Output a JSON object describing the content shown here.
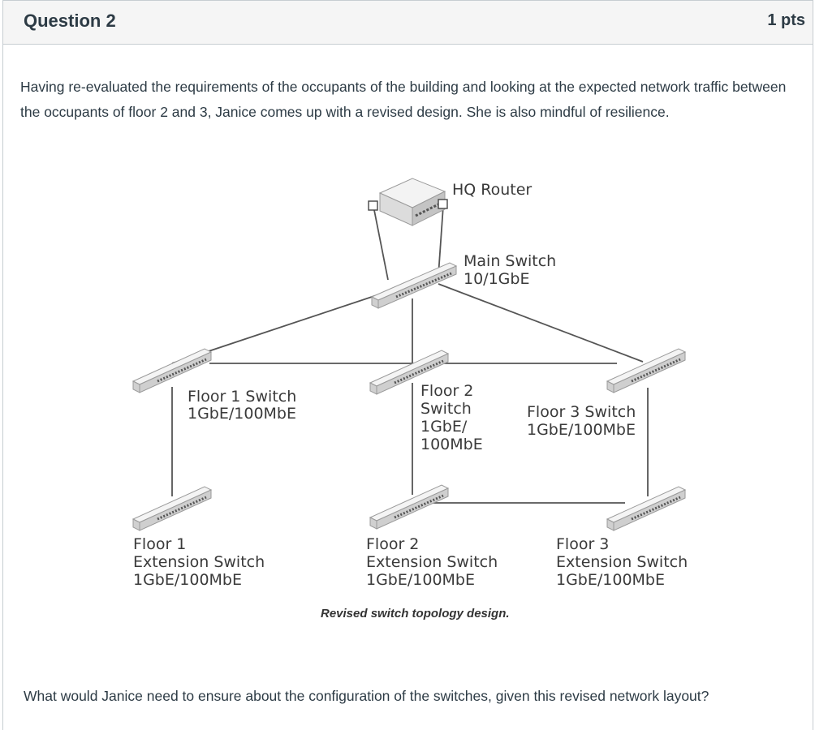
{
  "question": {
    "title": "Question 2",
    "points": "1 pts",
    "intro": "Having re-evaluated the requirements of the occupants of the building and looking at the expected network traffic between the occupants of floor 2 and 3, Janice comes up with a revised design. She is also mindful of resilience.",
    "prompt": "What would Janice need to ensure about the configuration of the switches, given this revised network layout?"
  },
  "diagram": {
    "caption": "Revised switch topology design.",
    "nodes": {
      "router": {
        "lines": [
          "HQ Router"
        ]
      },
      "main": {
        "lines": [
          "Main Switch",
          "10/1GbE"
        ]
      },
      "f1": {
        "lines": [
          "Floor 1 Switch",
          "1GbE/100MbE"
        ]
      },
      "f2": {
        "lines": [
          "Floor 2",
          "Switch",
          "1GbE/",
          "100MbE"
        ]
      },
      "f3": {
        "lines": [
          "Floor 3 Switch",
          "1GbE/100MbE"
        ]
      },
      "f1ext": {
        "lines": [
          "Floor 1",
          "Extension Switch",
          "1GbE/100MbE"
        ]
      },
      "f2ext": {
        "lines": [
          "Floor 2",
          "Extension Switch",
          "1GbE/100MbE"
        ]
      },
      "f3ext": {
        "lines": [
          "Floor 3",
          "Extension Switch",
          "1GbE/100MbE"
        ]
      }
    },
    "links": [
      [
        "router",
        "main"
      ],
      [
        "router",
        "main"
      ],
      [
        "main",
        "f1"
      ],
      [
        "main",
        "f2"
      ],
      [
        "main",
        "f3"
      ],
      [
        "f1",
        "f3"
      ],
      [
        "f1",
        "f1ext"
      ],
      [
        "f2",
        "f2ext"
      ],
      [
        "f3",
        "f3ext"
      ],
      [
        "f2ext",
        "f3ext"
      ]
    ]
  }
}
